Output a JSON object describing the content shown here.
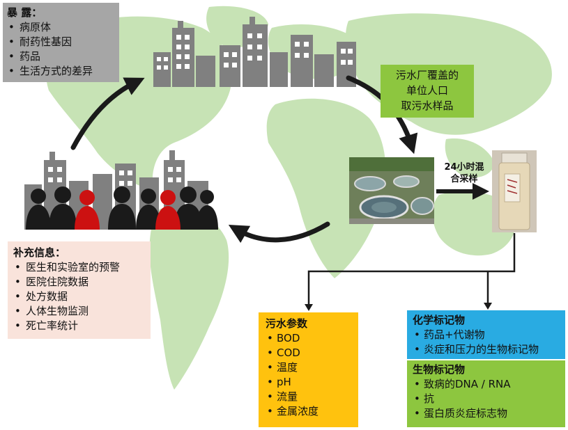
{
  "exposure": {
    "title": "暴 露：",
    "items": [
      "病原体",
      "耐药性基因",
      "药品",
      "生活方式的差异"
    ]
  },
  "coverage": {
    "lines": [
      "污水厂覆盖的",
      "单位人口",
      "取污水样品"
    ]
  },
  "sampling": {
    "lines": [
      "24小时混",
      "合采样"
    ]
  },
  "supplementary": {
    "title": "补充信息：",
    "items": [
      "医生和实验室的预警",
      "医院住院数据",
      "处方数据",
      "人体生物监测",
      "死亡率统计"
    ]
  },
  "sewage_params": {
    "title": "污水参数",
    "items": [
      "BOD",
      "COD",
      "温度",
      "pH",
      "流量",
      "金属浓度"
    ]
  },
  "chemical_markers": {
    "title": "化学标记物",
    "items": [
      "药品+代谢物",
      "炎症和压力的生物标记物"
    ]
  },
  "bio_markers": {
    "title": "生物标记物",
    "items": [
      "致病的DNA / RNA",
      "抗",
      "蛋白质炎症标志物"
    ]
  },
  "colors": {
    "map": "#c7e3b5",
    "exposure_box": "#a6a6a6",
    "coverage_box": "#8dc63f",
    "supplementary_box": "#f9e3db",
    "params_box": "#ffc20e",
    "chemical_box": "#29abe2",
    "bio_box": "#8dc63f",
    "building": "#808080",
    "person_black": "#1a1a1a",
    "person_red": "#cc1111"
  }
}
